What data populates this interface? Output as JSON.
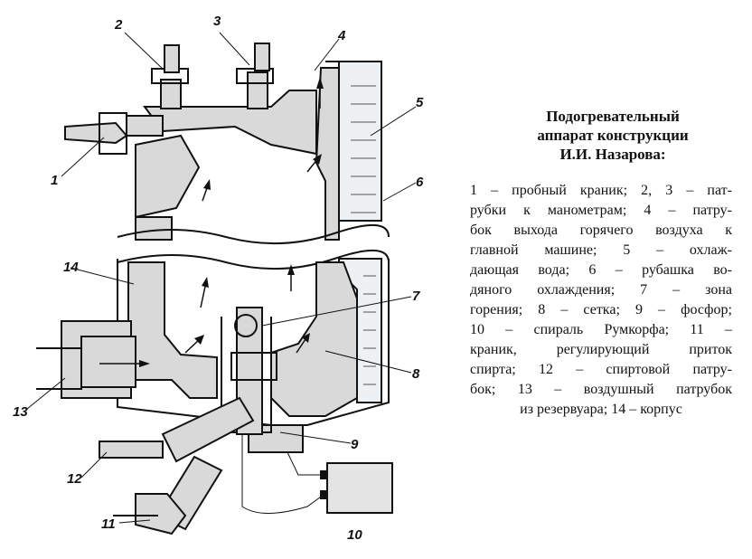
{
  "title_lines": [
    "Подогревательный",
    "аппарат конструкции",
    "И.И. Назарова:"
  ],
  "caption_lines": [
    "1 – пробный краник; 2, 3 – пат-",
    "рубки к манометрам; 4 – патру-",
    "бок выхода горячего воздуха к",
    "главной машине; 5 – охлаж-",
    "дающая вода; 6 – рубашка во-",
    "дяного охлаждения; 7 – зона",
    "горения; 8 – сетка; 9 – фосфор;",
    "10 – спираль Румкорфа; 11 –",
    "краник, регулирующий приток",
    "спирта; 12 – спиртовой патру-",
    "бок;  13 – воздушный патрубок",
    "из резервуара; 14 – корпус"
  ],
  "callouts": [
    "1",
    "2",
    "3",
    "4",
    "5",
    "6",
    "7",
    "8",
    "9",
    "10",
    "11",
    "12",
    "13",
    "14"
  ]
}
